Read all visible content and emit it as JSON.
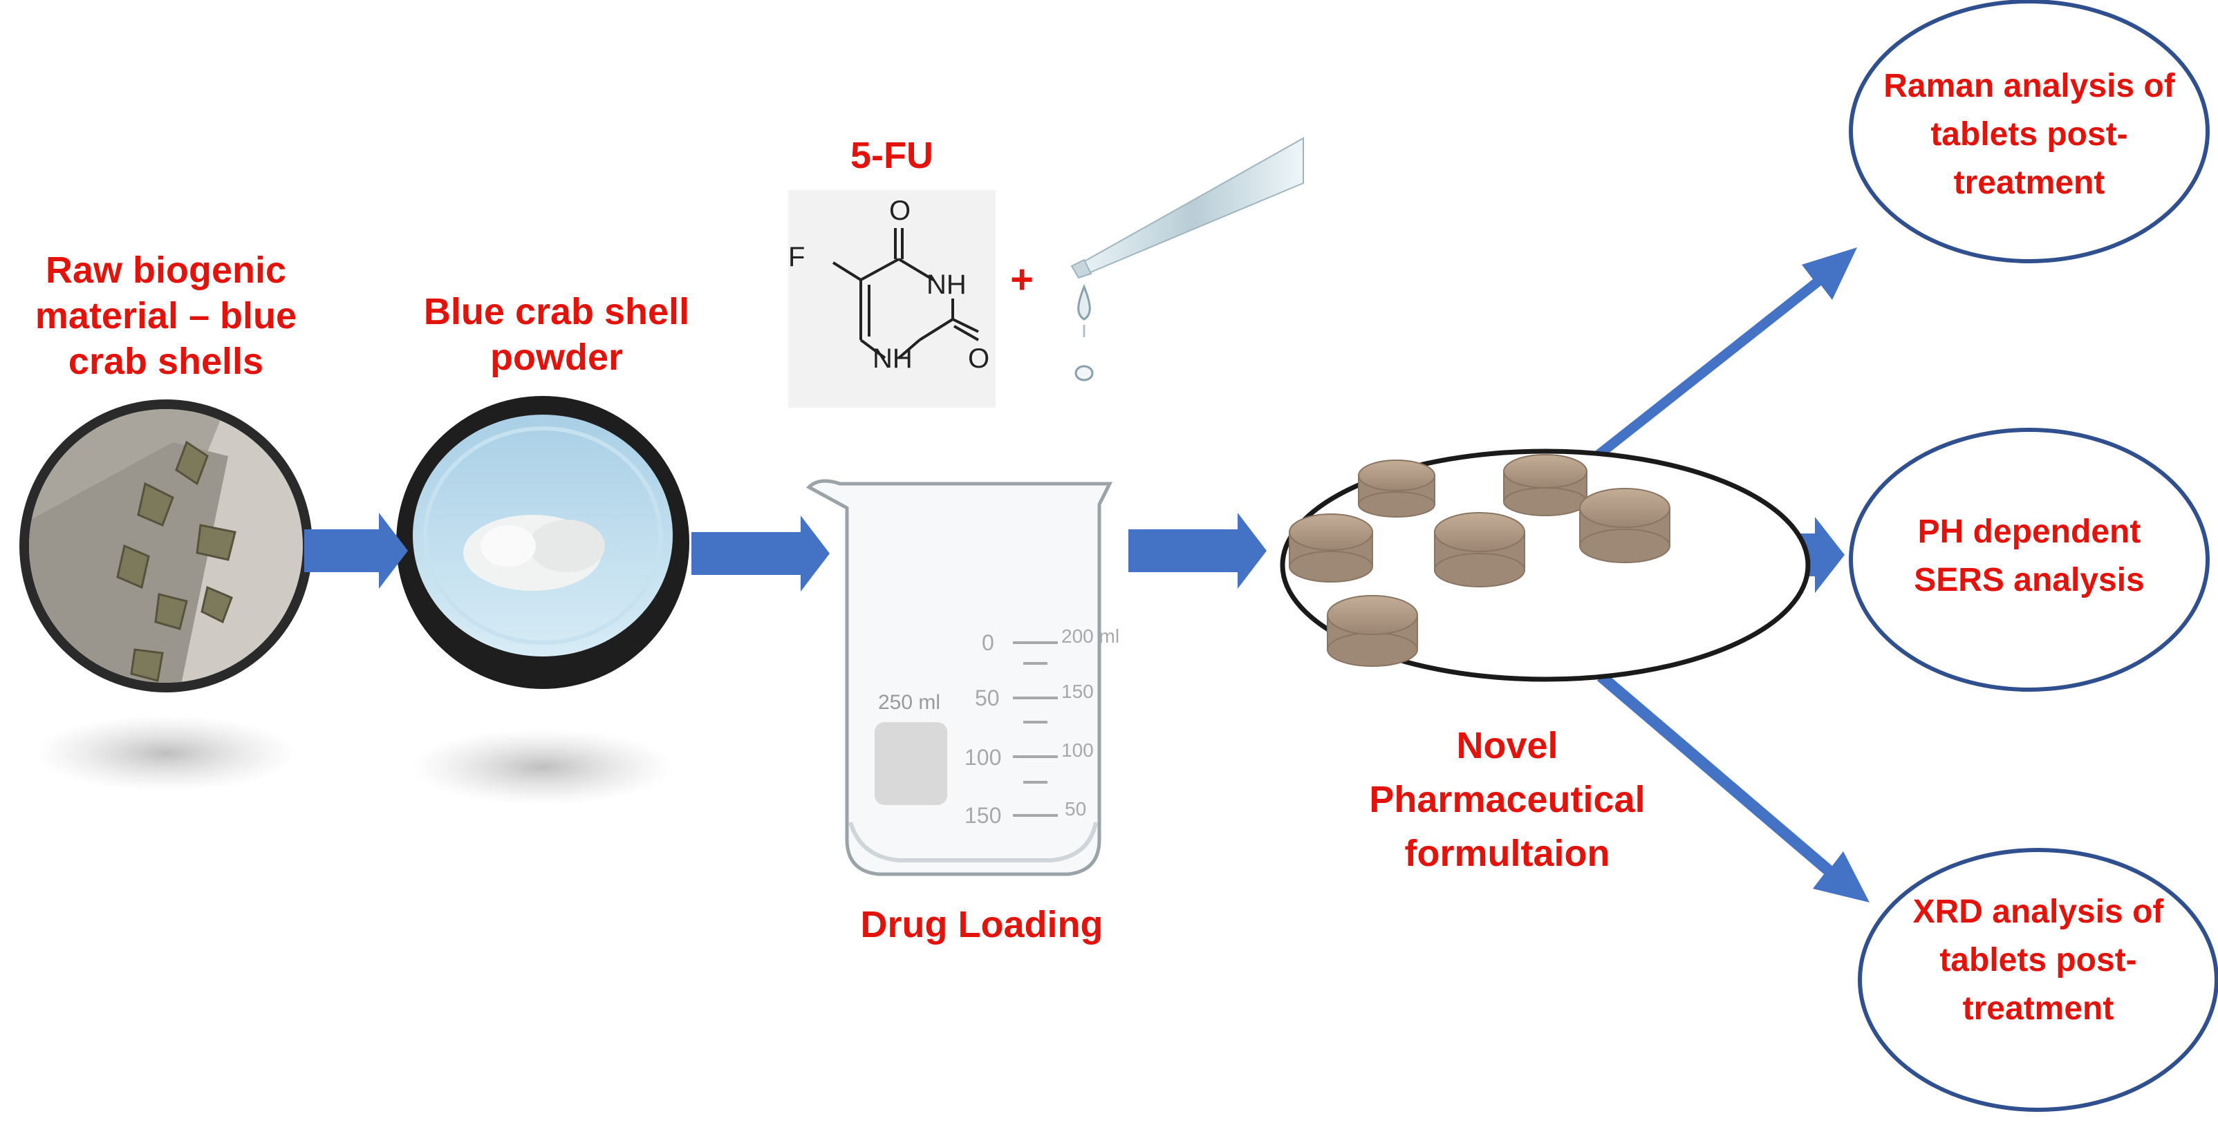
{
  "colors": {
    "label": "#e3120b",
    "arrow": "#4472c4",
    "oval_border": "#2f4f8f"
  },
  "steps": {
    "raw": "Raw biogenic material – blue crab shells",
    "powder": "Blue crab shell powder",
    "drug": "5-FU",
    "plus": "+",
    "loading": "Drug Loading",
    "formulation": "Novel Pharmaceutical formultaion"
  },
  "molecule": {
    "F": "F",
    "NH_top": "NH",
    "NH_bottom": "NH",
    "O_top": "O",
    "O_right": "O"
  },
  "beaker": {
    "volume": "250 ml",
    "left_scale": [
      "0",
      "50",
      "100",
      "150"
    ],
    "right_scale": [
      "200 ml",
      "150",
      "100",
      "50"
    ]
  },
  "analyses": [
    {
      "text": "Raman analysis of tablets post-treatment"
    },
    {
      "text": "PH dependent SERS analysis"
    },
    {
      "text": "XRD analysis of tablets post-treatment"
    }
  ]
}
